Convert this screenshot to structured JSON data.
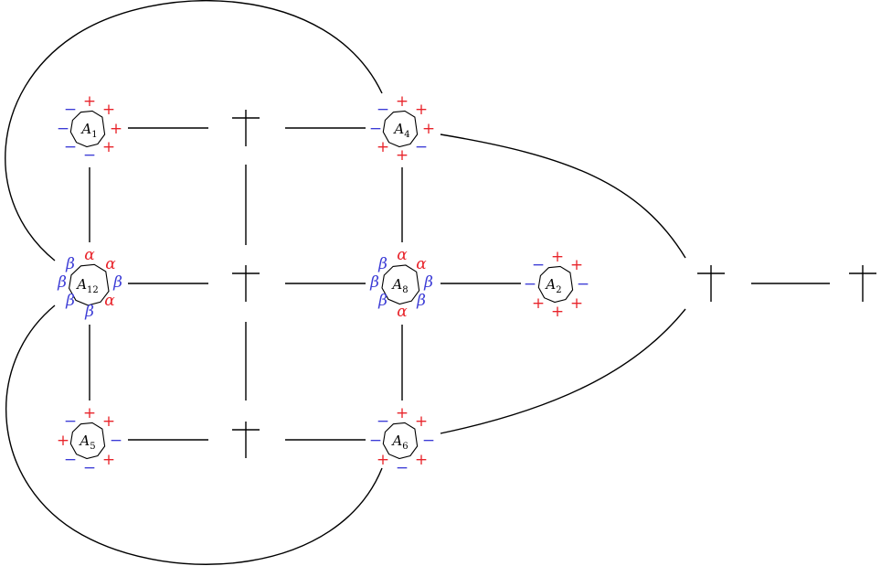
{
  "nodes": [
    {
      "id": "A1",
      "base": "A",
      "sub": "1"
    },
    {
      "id": "A4",
      "base": "A",
      "sub": "4"
    },
    {
      "id": "A12",
      "base": "A",
      "sub": "12"
    },
    {
      "id": "A8",
      "base": "A",
      "sub": "8"
    },
    {
      "id": "A2",
      "base": "A",
      "sub": "2"
    },
    {
      "id": "A5",
      "base": "A",
      "sub": "5"
    },
    {
      "id": "A6",
      "base": "A",
      "sub": "6"
    }
  ],
  "symbols": {
    "plus": "+",
    "minus": "−",
    "alpha": "α",
    "beta": "β"
  },
  "colors": {
    "plus": "#e8242b",
    "minus": "#3b3bd6",
    "alpha": "#e8242b",
    "beta": "#3b3bd6",
    "lines": "#000000"
  },
  "marker_icon": "dagger-icon"
}
